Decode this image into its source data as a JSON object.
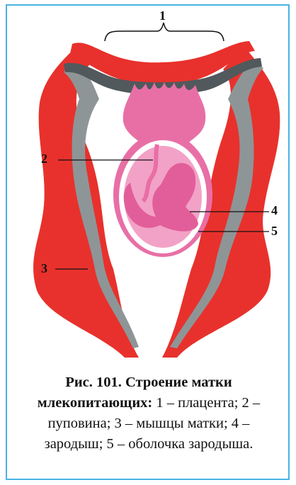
{
  "labels": {
    "l1": "1",
    "l2": "2",
    "l3": "3",
    "l4": "4",
    "l5": "5"
  },
  "caption": {
    "title": "Рис. 101. Строение матки млекопитающих:",
    "text": "1 – плацента; 2 – пуповина; 3 – мышцы матки; 4 – зародыш; 5 – оболочка зародыша."
  },
  "colors": {
    "frame": "#49b3e2",
    "muscle": "#e8312c",
    "lining": "#8e9597",
    "placenta": "#e86fa6",
    "embryo": "#e25e9a",
    "membrane": "#ffffff"
  }
}
